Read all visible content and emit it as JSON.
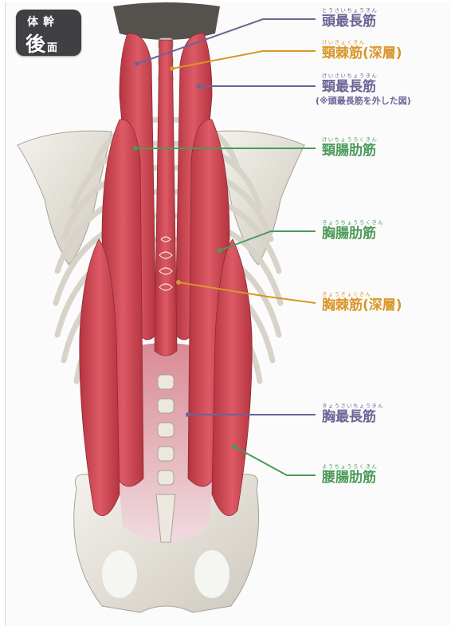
{
  "badge": {
    "line1": "体幹",
    "line2": "後",
    "line2_small": "面"
  },
  "labels": [
    {
      "ruby": "とうさいちょうきん",
      "main": "頭最長筋",
      "group": "purple"
    },
    {
      "ruby": "けいきょくきん",
      "main": "頸棘筋(深層)",
      "group": "orange"
    },
    {
      "ruby": "けいさいちょうきん",
      "main": "頸最長筋",
      "note": "(※頭最長筋を外した図)",
      "group": "purple"
    },
    {
      "ruby": "けいちょうろくきん",
      "main": "頸腸肋筋",
      "group": "green"
    },
    {
      "ruby": "きょうちょうろくきん",
      "main": "胸腸肋筋",
      "group": "green"
    },
    {
      "ruby": "きょうきょくきん",
      "main": "胸棘筋(深層)",
      "group": "orange"
    },
    {
      "ruby": "きょうさいちょうきん",
      "main": "胸最長筋",
      "group": "purple"
    },
    {
      "ruby": "ようちょうろくきん",
      "main": "腰腸肋筋",
      "group": "green"
    }
  ],
  "colors": {
    "purple": "#6b6596",
    "orange": "#d9962a",
    "green": "#4a9a58",
    "muscle": "#c8414f",
    "bone": "#e6e2d8"
  }
}
